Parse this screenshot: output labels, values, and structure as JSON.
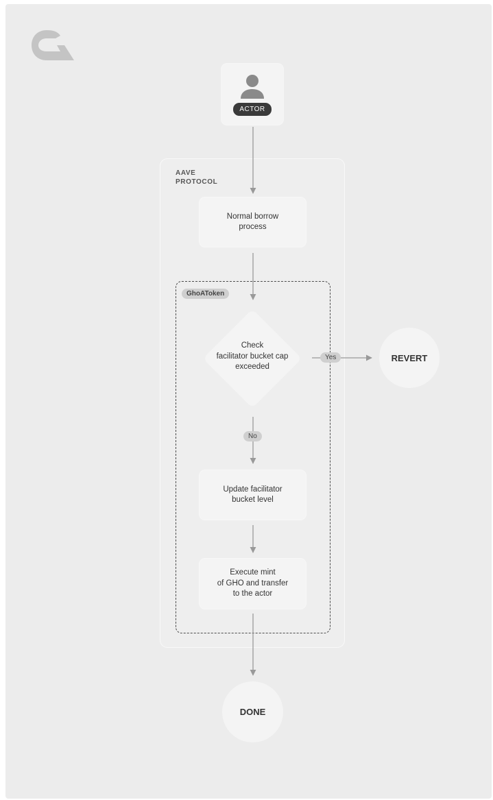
{
  "actor": {
    "label": "ACTOR"
  },
  "protocol": {
    "title_line1": "AAVE",
    "title_line2": "PROTOCOL"
  },
  "token_group": {
    "label": "GhoAToken"
  },
  "nodes": {
    "borrow": {
      "line1": "Normal borrow",
      "line2": "process"
    },
    "check": {
      "line1": "Check",
      "line2": "facilitator bucket cap",
      "line3": "exceeded"
    },
    "update": {
      "line1": "Update facilitator",
      "line2": "bucket level"
    },
    "mint": {
      "line1": "Execute mint",
      "line2": "of GHO and transfer",
      "line3": "to the actor"
    },
    "revert": {
      "label": "REVERT"
    },
    "done": {
      "label": "DONE"
    }
  },
  "edges": {
    "yes_label": "Yes",
    "no_label": "No"
  },
  "colors": {
    "canvas": "#ececec",
    "node_fill": "#f4f4f4",
    "connector": "#999999",
    "badge_dark": "#3a3a3a",
    "pill": "#cfcfcf",
    "logo": "#c4c4c4"
  },
  "icons": {
    "logo": "gho-logo-icon",
    "actor": "person-icon"
  }
}
